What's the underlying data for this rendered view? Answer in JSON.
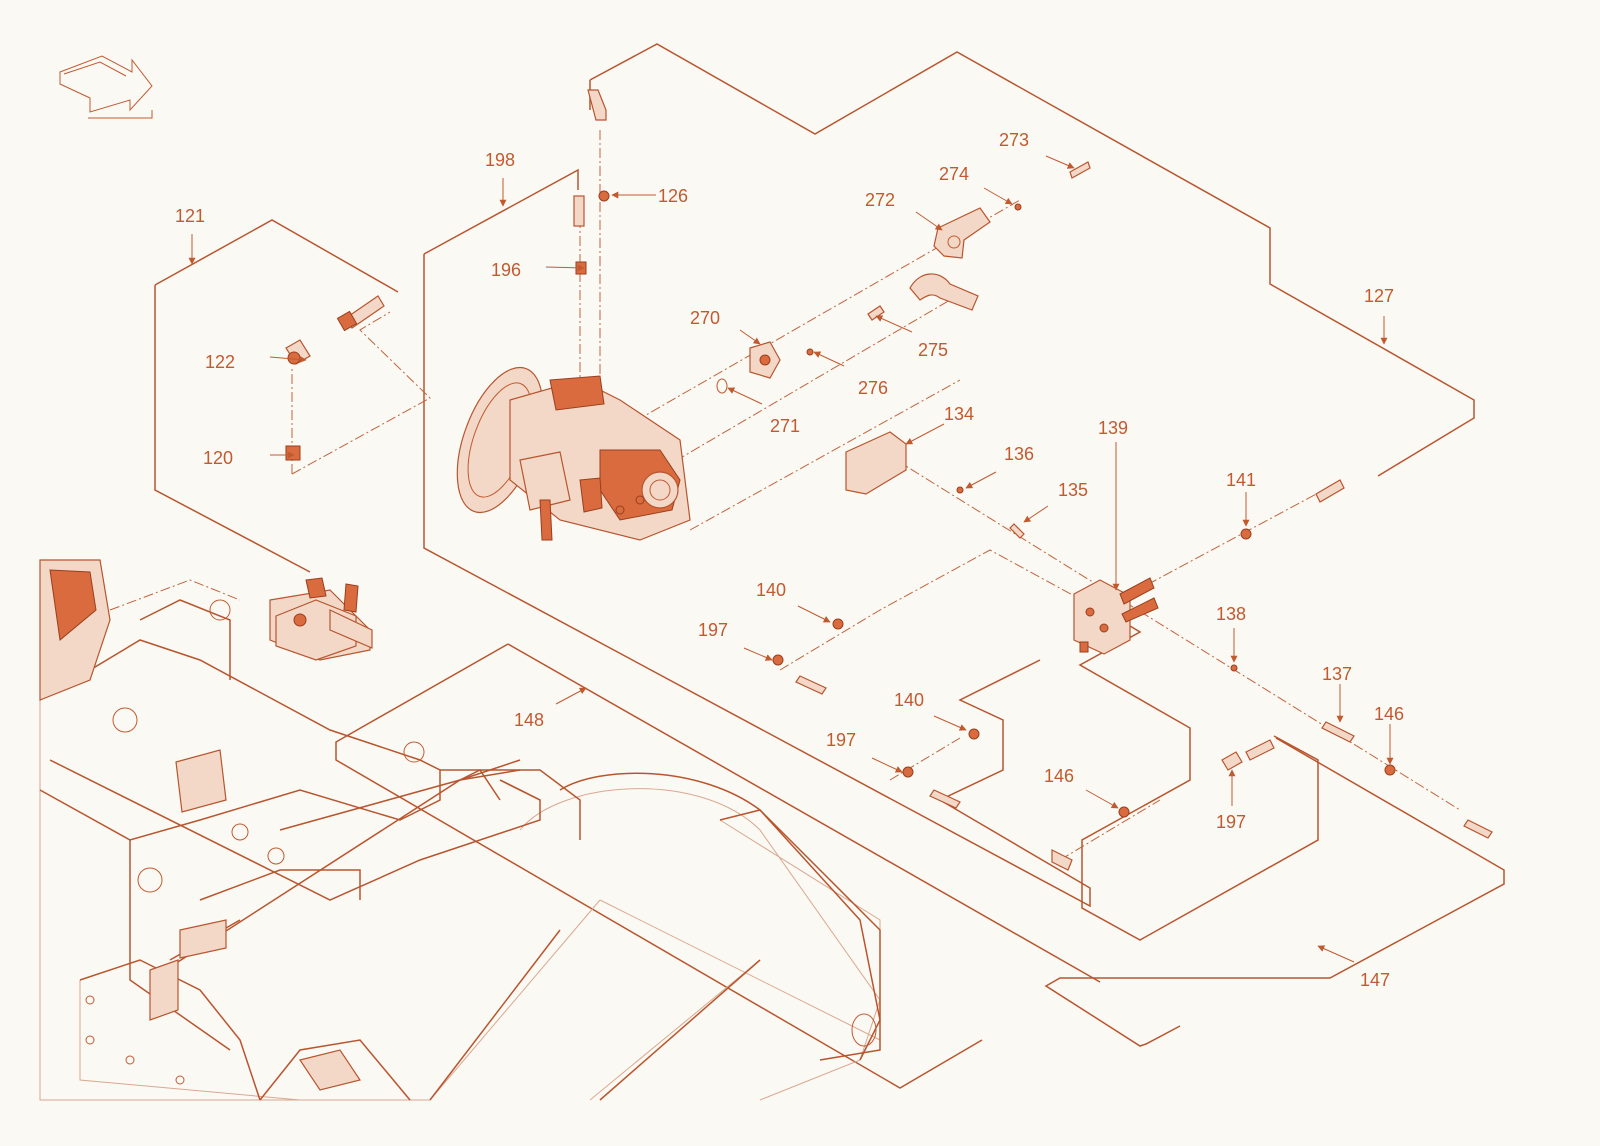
{
  "colors": {
    "line": "#b8552e",
    "accent": "#c25a30",
    "background": "#fbf9f4"
  },
  "icons": {
    "direction": "direction-arrow-icon"
  },
  "callouts": [
    {
      "id": "c120",
      "text": "120"
    },
    {
      "id": "c121",
      "text": "121"
    },
    {
      "id": "c122",
      "text": "122"
    },
    {
      "id": "c126",
      "text": "126"
    },
    {
      "id": "c127",
      "text": "127"
    },
    {
      "id": "c134",
      "text": "134"
    },
    {
      "id": "c135",
      "text": "135"
    },
    {
      "id": "c136",
      "text": "136"
    },
    {
      "id": "c137",
      "text": "137"
    },
    {
      "id": "c138",
      "text": "138"
    },
    {
      "id": "c139",
      "text": "139"
    },
    {
      "id": "c140a",
      "text": "140"
    },
    {
      "id": "c140b",
      "text": "140"
    },
    {
      "id": "c141",
      "text": "141"
    },
    {
      "id": "c146a",
      "text": "146"
    },
    {
      "id": "c146b",
      "text": "146"
    },
    {
      "id": "c147",
      "text": "147"
    },
    {
      "id": "c148",
      "text": "148"
    },
    {
      "id": "c196",
      "text": "196"
    },
    {
      "id": "c197a",
      "text": "197"
    },
    {
      "id": "c197b",
      "text": "197"
    },
    {
      "id": "c197c",
      "text": "197"
    },
    {
      "id": "c198",
      "text": "198"
    },
    {
      "id": "c270",
      "text": "270"
    },
    {
      "id": "c271",
      "text": "271"
    },
    {
      "id": "c272",
      "text": "272"
    },
    {
      "id": "c273",
      "text": "273"
    },
    {
      "id": "c274",
      "text": "274"
    },
    {
      "id": "c275",
      "text": "275"
    },
    {
      "id": "c276",
      "text": "276"
    }
  ]
}
